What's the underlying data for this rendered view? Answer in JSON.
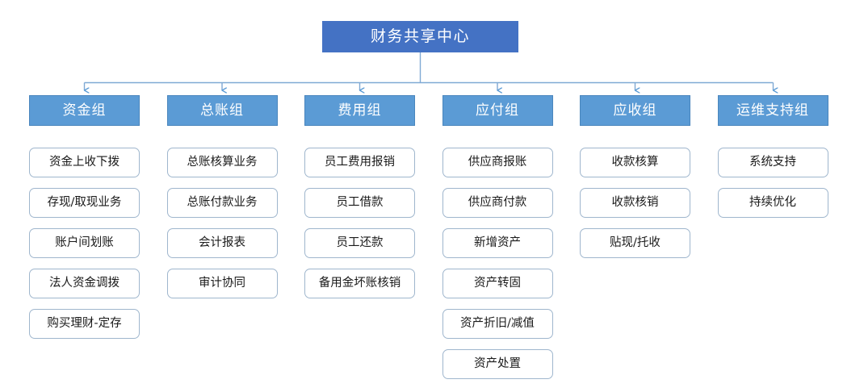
{
  "diagram": {
    "type": "organizational-hierarchy",
    "root": {
      "label": "财务共享中心"
    },
    "colors": {
      "root_fill": "#4472C4",
      "group_header_fill": "#5B9BD5",
      "leaf_fill": "#FFFFFF",
      "leaf_border": "#9FB6CD",
      "connector_line": "#5B9BD5",
      "root_text": "#FFFFFF",
      "group_header_text": "#FFFFFF",
      "leaf_text": "#1A1A1A",
      "background": "#FFFFFF"
    },
    "groups": [
      {
        "header": "资金组",
        "items": [
          "资金上收下拨",
          "存现/取现业务",
          "账户间划账",
          "法人资金调拨",
          "购买理财-定存"
        ]
      },
      {
        "header": "总账组",
        "items": [
          "总账核算业务",
          "总账付款业务",
          "会计报表",
          "审计协同"
        ]
      },
      {
        "header": "费用组",
        "items": [
          "员工费用报销",
          "员工借款",
          "员工还款",
          "备用金坏账核销"
        ]
      },
      {
        "header": "应付组",
        "items": [
          "供应商报账",
          "供应商付款",
          "新增资产",
          "资产转固",
          "资产折旧/减值",
          "资产处置"
        ]
      },
      {
        "header": "应收组",
        "items": [
          "收款核算",
          "收款核销",
          "贴现/托收"
        ]
      },
      {
        "header": "运维支持组",
        "items": [
          "系统支持",
          "持续优化"
        ]
      }
    ]
  }
}
